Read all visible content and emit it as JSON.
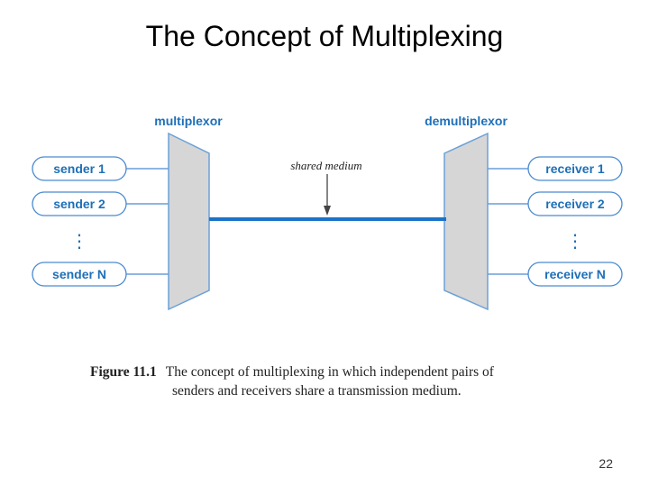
{
  "slide": {
    "title": "The Concept of Multiplexing",
    "page_number": "22"
  },
  "diagram": {
    "mux_label": "multiplexor",
    "demux_label": "demultiplexor",
    "medium_label": "shared medium",
    "senders": [
      "sender 1",
      "sender 2",
      "sender N"
    ],
    "receivers": [
      "receiver 1",
      "receiver 2",
      "receiver N"
    ],
    "ellipsis": "⋮",
    "colors": {
      "label_blue": "#1e6fb8",
      "box_border": "#4a8ad0",
      "line_blue": "#1a73c9",
      "device_fill": "#d6d6d6",
      "device_stroke": "#6aa0d8"
    }
  },
  "caption": {
    "figure_label": "Figure 11.1",
    "line1": "The concept of multiplexing in which independent pairs of",
    "line2": "senders and receivers share a transmission medium."
  }
}
